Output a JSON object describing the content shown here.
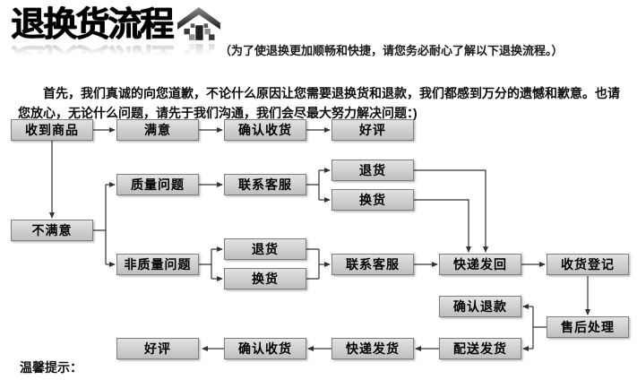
{
  "header": {
    "title": "退换货流程",
    "icon": "house-arrow-icon",
    "subtitle": "（为了使退换更加顺畅和快捷，请您务必耐心了解以下退换流程。）"
  },
  "intro": "首先，我们真诚的向您道歉，不论什么原因让您需要退换货和退款，我们都感到万分的遗憾和歉意。也请您放心，无论什么问题，请先于我们沟通，我们会尽最大努力解决问题：)",
  "flow": {
    "nodes": [
      {
        "id": "received-goods",
        "label": "收到商品"
      },
      {
        "id": "satisfied",
        "label": "满意"
      },
      {
        "id": "confirm-receipt-top",
        "label": "确认收货"
      },
      {
        "id": "good-review-top",
        "label": "好评"
      },
      {
        "id": "quality-issue",
        "label": "质量问题"
      },
      {
        "id": "contact-service-quality",
        "label": "联系客服"
      },
      {
        "id": "return-quality",
        "label": "退货"
      },
      {
        "id": "exchange-quality",
        "label": "换货"
      },
      {
        "id": "unsatisfied",
        "label": "不满意"
      },
      {
        "id": "non-quality-issue",
        "label": "非质量问题"
      },
      {
        "id": "return-nonquality",
        "label": "退货"
      },
      {
        "id": "exchange-nonquality",
        "label": "换货"
      },
      {
        "id": "contact-service-nonquality",
        "label": "联系客服"
      },
      {
        "id": "express-send-back",
        "label": "快递发回"
      },
      {
        "id": "receipt-registration",
        "label": "收货登记"
      },
      {
        "id": "confirm-refund",
        "label": "确认退款"
      },
      {
        "id": "after-sales-handling",
        "label": "售后处理"
      },
      {
        "id": "delivery-dispatch",
        "label": "配送发货"
      },
      {
        "id": "express-dispatch",
        "label": "快递发货"
      },
      {
        "id": "confirm-receipt-bottom",
        "label": "确认收货"
      },
      {
        "id": "good-review-bottom",
        "label": "好评"
      }
    ],
    "edges": [
      {
        "from": "received-goods",
        "to": "satisfied"
      },
      {
        "from": "satisfied",
        "to": "confirm-receipt-top"
      },
      {
        "from": "confirm-receipt-top",
        "to": "good-review-top"
      },
      {
        "from": "received-goods",
        "to": "unsatisfied"
      },
      {
        "from": "unsatisfied",
        "to": "quality-issue"
      },
      {
        "from": "unsatisfied",
        "to": "non-quality-issue"
      },
      {
        "from": "quality-issue",
        "to": "contact-service-quality"
      },
      {
        "from": "contact-service-quality",
        "to": "return-quality"
      },
      {
        "from": "contact-service-quality",
        "to": "exchange-quality"
      },
      {
        "from": "return-quality",
        "to": "express-send-back"
      },
      {
        "from": "exchange-quality",
        "to": "express-send-back"
      },
      {
        "from": "non-quality-issue",
        "to": "return-nonquality"
      },
      {
        "from": "non-quality-issue",
        "to": "exchange-nonquality"
      },
      {
        "from": "return-nonquality",
        "to": "contact-service-nonquality"
      },
      {
        "from": "exchange-nonquality",
        "to": "contact-service-nonquality"
      },
      {
        "from": "contact-service-nonquality",
        "to": "express-send-back"
      },
      {
        "from": "express-send-back",
        "to": "receipt-registration"
      },
      {
        "from": "receipt-registration",
        "to": "after-sales-handling"
      },
      {
        "from": "after-sales-handling",
        "to": "confirm-refund"
      },
      {
        "from": "after-sales-handling",
        "to": "delivery-dispatch"
      },
      {
        "from": "delivery-dispatch",
        "to": "express-dispatch"
      },
      {
        "from": "express-dispatch",
        "to": "confirm-receipt-bottom"
      },
      {
        "from": "confirm-receipt-bottom",
        "to": "good-review-bottom"
      }
    ]
  },
  "footer": {
    "note": "温馨提示："
  },
  "colors": {
    "box_fill_top": "#e2e2e2",
    "box_fill_bottom": "#bfbfbf",
    "box_border": "#7e7e7e",
    "connector_line": "#333333",
    "text": "#000000",
    "background": "#ffffff"
  }
}
